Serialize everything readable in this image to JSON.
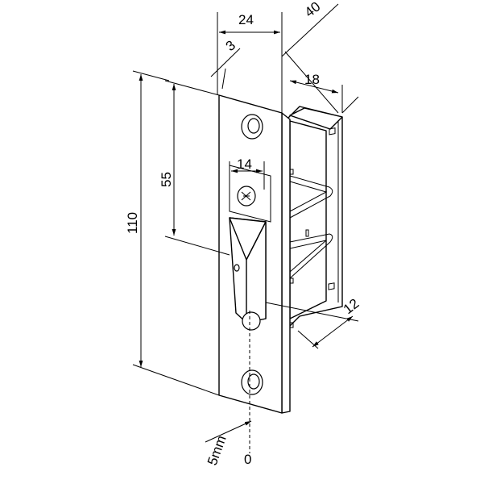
{
  "dimensions": {
    "plate_width": "24",
    "total_depth": "40",
    "edge_offset": "3",
    "box_depth": "18",
    "latch_width": "14",
    "half_height": "55",
    "plate_height": "110",
    "box_offset": "12",
    "adjust_range": "5mm",
    "zero_mark": "0"
  }
}
